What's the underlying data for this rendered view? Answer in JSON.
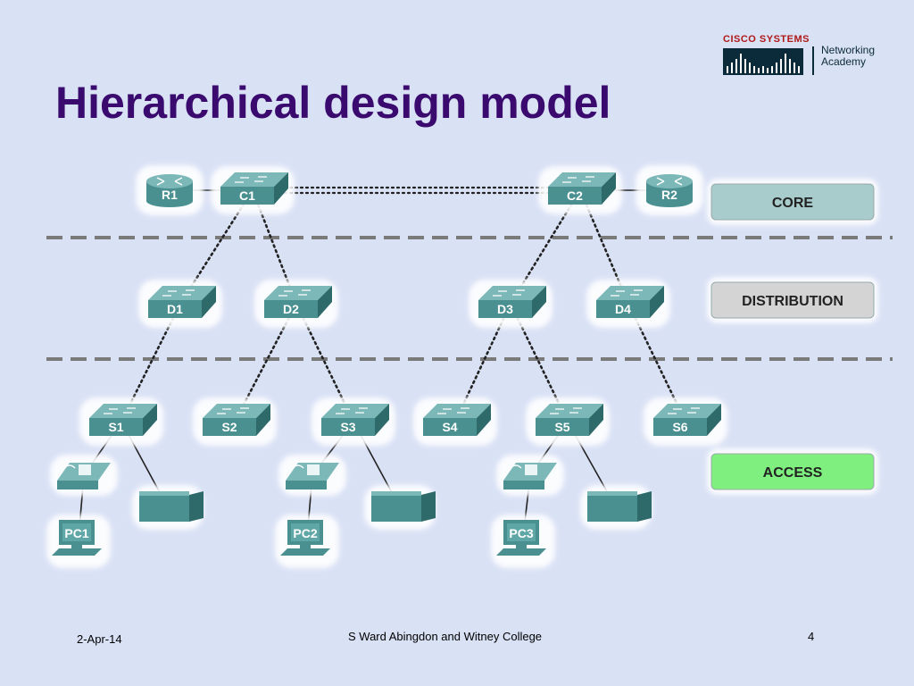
{
  "slide": {
    "title": "Hierarchical design model",
    "logo": {
      "brand": "CISCO SYSTEMS",
      "line1": "Networking",
      "line2": "Academy"
    },
    "footer": {
      "date": "2-Apr-14",
      "center": "S Ward  Abingdon and Witney College",
      "page": "4"
    }
  },
  "diagram": {
    "layers": [
      {
        "id": "core",
        "label": "CORE",
        "color": "#a8cccc"
      },
      {
        "id": "distribution",
        "label": "DISTRIBUTION",
        "color": "#d4d4d4"
      },
      {
        "id": "access",
        "label": "ACCESS",
        "color": "#7ff07f"
      }
    ],
    "routers": [
      {
        "id": "R1",
        "label": "R1"
      },
      {
        "id": "R2",
        "label": "R2"
      }
    ],
    "switches": [
      {
        "id": "C1",
        "label": "C1"
      },
      {
        "id": "C2",
        "label": "C2"
      },
      {
        "id": "D1",
        "label": "D1"
      },
      {
        "id": "D2",
        "label": "D2"
      },
      {
        "id": "D3",
        "label": "D3"
      },
      {
        "id": "D4",
        "label": "D4"
      },
      {
        "id": "S1",
        "label": "S1"
      },
      {
        "id": "S2",
        "label": "S2"
      },
      {
        "id": "S3",
        "label": "S3"
      },
      {
        "id": "S4",
        "label": "S4"
      },
      {
        "id": "S5",
        "label": "S5"
      },
      {
        "id": "S6",
        "label": "S6"
      }
    ],
    "pcs": [
      {
        "id": "PC1",
        "label": "PC1"
      },
      {
        "id": "PC2",
        "label": "PC2"
      },
      {
        "id": "PC3",
        "label": "PC3"
      }
    ],
    "phones": [
      "phone1",
      "phone2",
      "phone3"
    ],
    "printers": [
      "printer1",
      "printer2",
      "printer3"
    ],
    "links": [
      {
        "from": "R1",
        "to": "C1",
        "style": "solid"
      },
      {
        "from": "C2",
        "to": "R2",
        "style": "solid"
      },
      {
        "from": "C1",
        "to": "C2",
        "style": "double-dotted"
      },
      {
        "from": "C1",
        "to": "D1",
        "style": "dotted"
      },
      {
        "from": "C1",
        "to": "D2",
        "style": "dotted"
      },
      {
        "from": "C2",
        "to": "D3",
        "style": "dotted"
      },
      {
        "from": "C2",
        "to": "D4",
        "style": "dotted"
      },
      {
        "from": "D1",
        "to": "S1",
        "style": "dotted"
      },
      {
        "from": "D2",
        "to": "S2",
        "style": "dotted"
      },
      {
        "from": "D2",
        "to": "S3",
        "style": "dotted"
      },
      {
        "from": "D3",
        "to": "S4",
        "style": "dotted"
      },
      {
        "from": "D3",
        "to": "S5",
        "style": "dotted"
      },
      {
        "from": "D4",
        "to": "S6",
        "style": "dotted"
      },
      {
        "from": "S1",
        "to": "phone1",
        "style": "solid"
      },
      {
        "from": "S1",
        "to": "printer1",
        "style": "solid"
      },
      {
        "from": "S3",
        "to": "phone2",
        "style": "solid"
      },
      {
        "from": "S3",
        "to": "printer2",
        "style": "solid"
      },
      {
        "from": "S5",
        "to": "phone3",
        "style": "solid"
      },
      {
        "from": "S5",
        "to": "printer3",
        "style": "solid"
      },
      {
        "from": "phone1",
        "to": "PC1",
        "style": "solid"
      },
      {
        "from": "phone2",
        "to": "PC2",
        "style": "solid"
      },
      {
        "from": "phone3",
        "to": "PC3",
        "style": "solid"
      }
    ],
    "colors": {
      "device": "#4a9090",
      "device_top": "#7cb8b8",
      "link": "#222222",
      "divider": "#7a7a7a"
    }
  }
}
